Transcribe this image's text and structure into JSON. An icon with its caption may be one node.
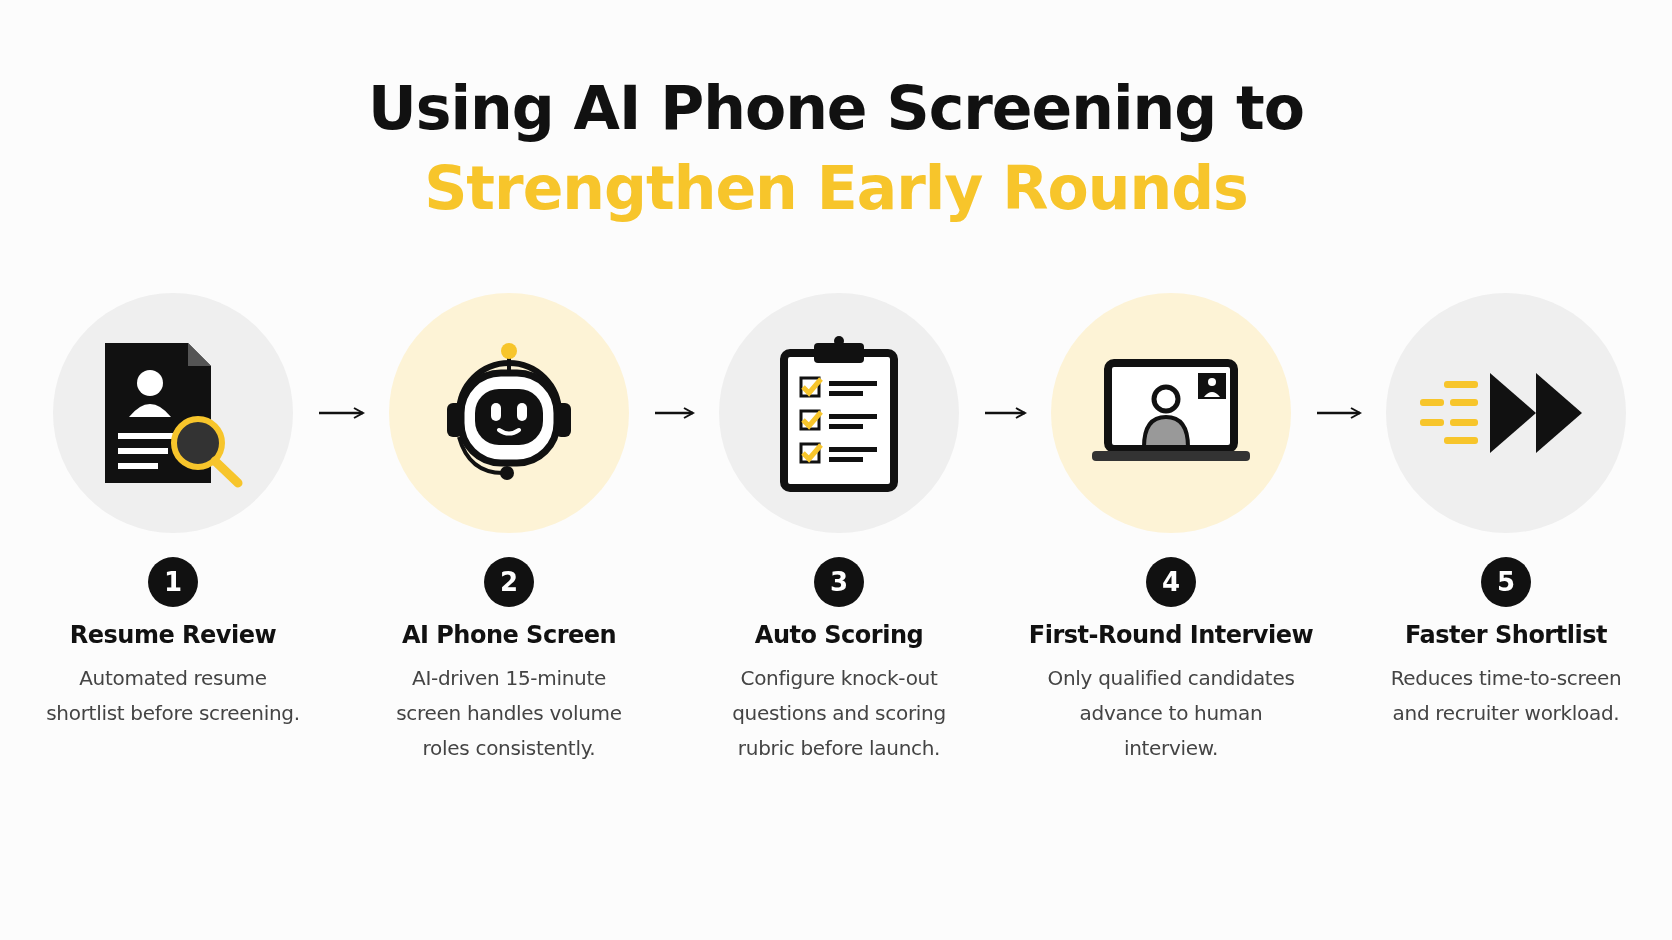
{
  "diagram": {
    "title": "Using AI Phone Screening to",
    "nodes": [
      {
        "text": [
          "1",
          "Resume Review",
          "Automated resume shortlist before screening."
        ]
      },
      {
        "text": [
          "2",
          "AI Phone Screen",
          "AI-driven 15-minute screen handles volume roles consistently."
        ]
      },
      {
        "text": [
          "3",
          "Auto Scoring",
          "Configure knock-out questions and scoring rubric before launch."
        ]
      },
      {
        "text": [
          "4",
          "First-Round Interview",
          "Only qualified candidates advance to human interview."
        ]
      },
      {
        "text": [
          "5",
          "Faster Shortlist",
          "Reduces time-to-screen and recruiter workload."
        ]
      }
    ],
    "edges": [
      {
        "from": 0,
        "to": 1,
        "arrow": "to"
      },
      {
        "from": 1,
        "to": 2,
        "arrow": "to"
      },
      {
        "from": 2,
        "to": 3,
        "arrow": "to"
      },
      {
        "from": 3,
        "to": 4,
        "arrow": "to"
      }
    ],
    "labels": [
      "Strengthen Early Rounds"
    ]
  }
}
